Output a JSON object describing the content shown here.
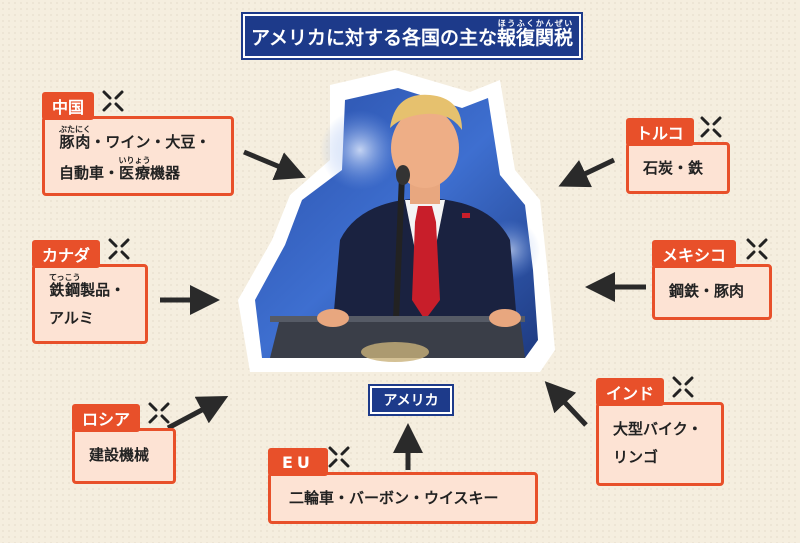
{
  "title": {
    "prefix": "アメリカに対する各国の主な",
    "ruby_base": "報復関税",
    "ruby_text": "ほうふくかんぜい"
  },
  "center": {
    "label": "アメリカ"
  },
  "countries": {
    "china": {
      "name": "中国",
      "line1_a": "",
      "line1_ruby_base": "豚肉",
      "line1_ruby_text": "ぶたにく",
      "line1_b": "・ワイン・大豆・",
      "line2_a": "自動車・",
      "line2_ruby_base": "医療",
      "line2_ruby_text": "いりょう",
      "line2_b": "機器"
    },
    "canada": {
      "name": "カナダ",
      "line1_ruby_base": "鉄鋼",
      "line1_ruby_text": "てっこう",
      "line1_b": "製品・",
      "line2": "アルミ"
    },
    "russia": {
      "name": "ロシア",
      "items": "建設機械"
    },
    "eu": {
      "name": "EU",
      "items": "二輪車・バーボン・ウイスキー"
    },
    "turkey": {
      "name": "トルコ",
      "items": "石炭・鉄"
    },
    "mexico": {
      "name": "メキシコ",
      "items": "鋼鉄・豚肉"
    },
    "india": {
      "name": "インド",
      "line1": "大型バイク・",
      "line2": "リンゴ"
    }
  },
  "colors": {
    "accent": "#e8502a",
    "box_fill": "#fde3d4",
    "title_bg": "#1d3a8a",
    "background": "#f5eedf",
    "arrow": "#2a2a2a"
  },
  "icons": {
    "anger": "anger-mark-icon",
    "arrow": "arrow-icon"
  }
}
